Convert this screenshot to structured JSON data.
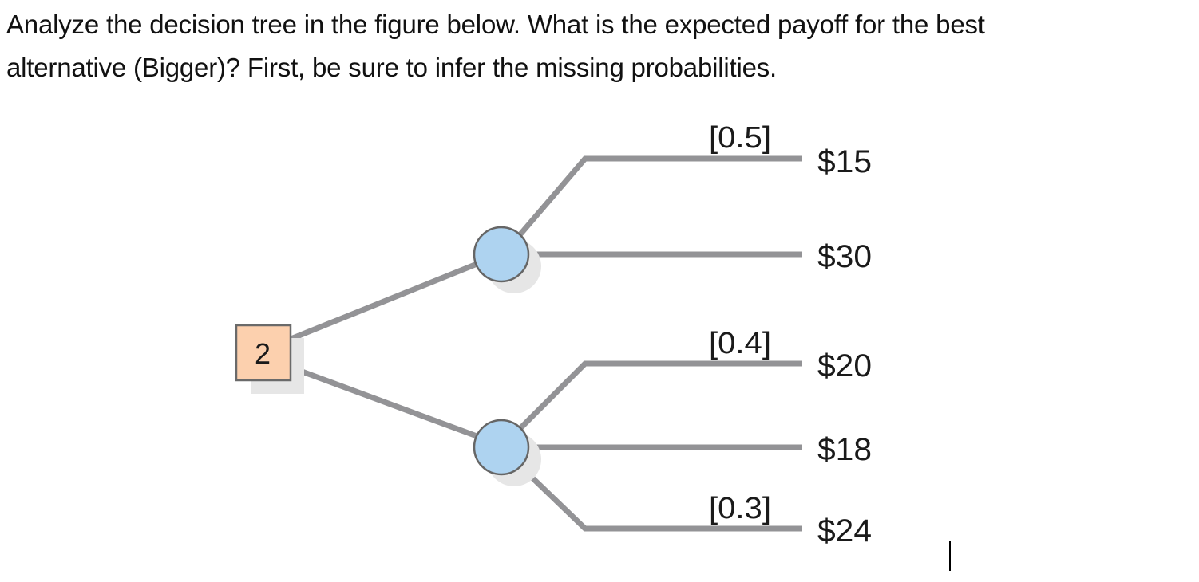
{
  "question": {
    "line1": "Analyze the decision tree in the figure below. What is the expected payoff for the best",
    "line2": "alternative (Bigger)? First, be sure to infer the missing probabilities."
  },
  "tree": {
    "decision_node": {
      "label": "2",
      "fill": "#FCD0AE"
    },
    "chance_node_fill": "#AED3F0",
    "branch_color": "#939396",
    "alternatives": [
      {
        "outcomes": [
          {
            "probability": "[0.5]",
            "payoff": "$15"
          },
          {
            "probability": "",
            "payoff": "$30"
          }
        ]
      },
      {
        "outcomes": [
          {
            "probability": "[0.4]",
            "payoff": "$20"
          },
          {
            "probability": "",
            "payoff": "$18"
          },
          {
            "probability": "[0.3]",
            "payoff": "$24"
          }
        ]
      }
    ]
  }
}
